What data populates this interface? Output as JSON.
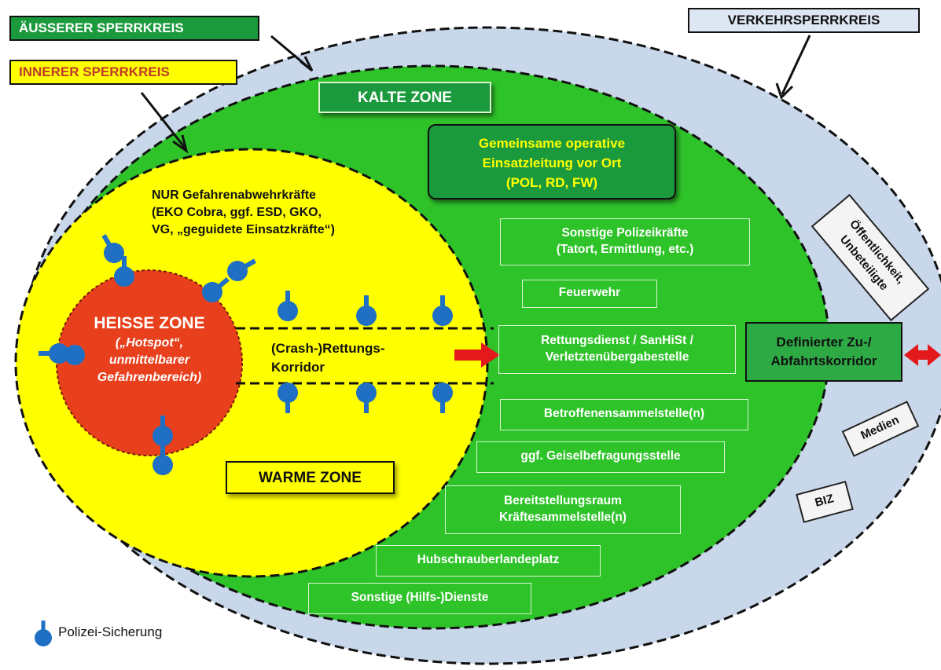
{
  "colors": {
    "verkehr": "#c9d7ea",
    "kalt": "#2fc32a",
    "warm": "#ffff00",
    "heiss": "#e8401c",
    "hdr_green": "#1b9a3d",
    "sicherung": "#1f6fc4",
    "arrow": "#e3191c"
  },
  "labels": {
    "ausserer": "ÄUSSERER SPERRKREIS",
    "innerer": "INNERER SPERRKREIS",
    "verkehr": "VERKEHRSPERRKREIS",
    "kalte_zone": "KALTE ZONE",
    "warme_zone": "WARME ZONE"
  },
  "einsatzleitung": [
    "Gemeinsame operative",
    "Einsatzleitung vor Ort",
    "(POL, RD, FW)"
  ],
  "gefahrenabwehr": [
    "NUR Gefahrenabwehrkräfte",
    "(EKO Cobra, ggf. ESD, GKO,",
    "VG, „geguidete Einsatzkräfte“)"
  ],
  "heisse_zone": {
    "title": "HEISSE ZONE",
    "sub": [
      "(„Hotspot“,",
      "unmittelbarer",
      "Gefahrenbereich)"
    ]
  },
  "korridor": [
    "(Crash-)Rettungs-",
    "Korridor"
  ],
  "services": {
    "polizei": [
      "Sonstige Polizeikräfte",
      "(Tatort, Ermittlung, etc.)"
    ],
    "feuerwehr": [
      "Feuerwehr"
    ],
    "rettung": [
      "Rettungsdienst / SanHiSt /",
      "Verletztenübergabestelle"
    ],
    "betroffene": [
      "Betroffenensammelstelle(n)"
    ],
    "geisel": [
      "ggf. Geiselbefragungsstelle"
    ],
    "bereitstellung": [
      "Bereitstellungsraum",
      "Kräftesammelstelle(n)"
    ],
    "hubschrauber": [
      "Hubschrauberlandeplatz"
    ],
    "sonstige": [
      "Sonstige (Hilfs-)Dienste"
    ]
  },
  "outer": {
    "oeffentlichkeit": [
      "Öffentlichkeit,",
      "Unbeteiligte"
    ],
    "medien": "Medien",
    "biz": "BIZ",
    "korridor": [
      "Definierter Zu-/",
      "Abfahrtskorridor"
    ]
  },
  "legend": "Polizei-Sicherung"
}
